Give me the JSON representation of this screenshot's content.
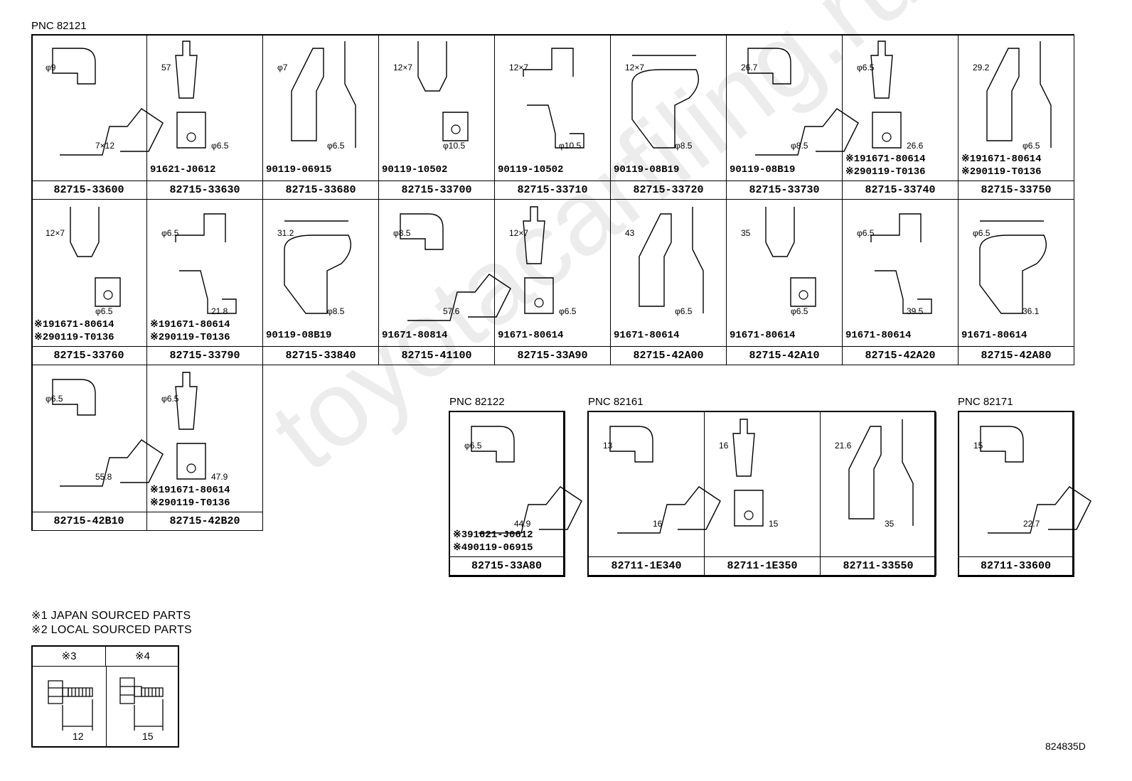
{
  "watermark": "toyotacarfiling.ru",
  "pnc_labels": {
    "p1": "PNC 82121",
    "p2": "PNC 82122",
    "p3": "PNC 82161",
    "p4": "PNC 82171"
  },
  "grid1": [
    {
      "part": "82715-33600",
      "bolt1": "",
      "bolt2": "",
      "dims": [
        "φ9",
        "7×12"
      ]
    },
    {
      "part": "82715-33630",
      "bolt1": "91621-J0612",
      "bolt2": "",
      "dims": [
        "57",
        "φ6.5"
      ]
    },
    {
      "part": "82715-33680",
      "bolt1": "90119-06915",
      "bolt2": "",
      "dims": [
        "φ7",
        "φ6.5"
      ]
    },
    {
      "part": "82715-33700",
      "bolt1": "90119-10502",
      "bolt2": "",
      "dims": [
        "12×7",
        "φ10.5"
      ]
    },
    {
      "part": "82715-33710",
      "bolt1": "90119-10502",
      "bolt2": "",
      "dims": [
        "12×7",
        "φ10.5"
      ]
    },
    {
      "part": "82715-33720",
      "bolt1": "90119-08B19",
      "bolt2": "",
      "dims": [
        "12×7",
        "φ8.5"
      ]
    },
    {
      "part": "82715-33730",
      "bolt1": "90119-08B19",
      "bolt2": "",
      "dims": [
        "26.7",
        "φ8.5"
      ]
    },
    {
      "part": "82715-33740",
      "bolt1": "※191671-80614",
      "bolt2": "※290119-T0136",
      "dims": [
        "φ6.5",
        "26.6"
      ]
    },
    {
      "part": "82715-33750",
      "bolt1": "※191671-80614",
      "bolt2": "※290119-T0136",
      "dims": [
        "29.2",
        "φ6.5"
      ]
    },
    {
      "part": "82715-33760",
      "bolt1": "※191671-80614",
      "bolt2": "※290119-T0136",
      "dims": [
        "12×7",
        "φ6.5"
      ]
    },
    {
      "part": "82715-33790",
      "bolt1": "※191671-80614",
      "bolt2": "※290119-T0136",
      "dims": [
        "φ6.5",
        "21.8"
      ]
    },
    {
      "part": "82715-33840",
      "bolt1": "90119-08B19",
      "bolt2": "",
      "dims": [
        "31.2",
        "φ8.5"
      ]
    },
    {
      "part": "82715-41100",
      "bolt1": "91671-80814",
      "bolt2": "",
      "dims": [
        "φ8.5",
        "57.6"
      ]
    },
    {
      "part": "82715-33A90",
      "bolt1": "91671-80614",
      "bolt2": "",
      "dims": [
        "12×7",
        "φ6.5"
      ]
    },
    {
      "part": "82715-42A00",
      "bolt1": "91671-80614",
      "bolt2": "",
      "dims": [
        "43",
        "φ6.5"
      ]
    },
    {
      "part": "82715-42A10",
      "bolt1": "91671-80614",
      "bolt2": "",
      "dims": [
        "35",
        "φ6.5"
      ]
    },
    {
      "part": "82715-42A20",
      "bolt1": "91671-80614",
      "bolt2": "",
      "dims": [
        "φ6.5",
        "39.5"
      ]
    },
    {
      "part": "82715-42A80",
      "bolt1": "91671-80614",
      "bolt2": "",
      "dims": [
        "φ6.5",
        "36.1"
      ]
    },
    {
      "part": "82715-42B10",
      "bolt1": "",
      "bolt2": "",
      "dims": [
        "φ6.5",
        "55.8"
      ]
    },
    {
      "part": "82715-42B20",
      "bolt1": "※191671-80614",
      "bolt2": "※290119-T0136",
      "dims": [
        "φ6.5",
        "47.9"
      ]
    }
  ],
  "grid2": [
    {
      "part": "82715-33A80",
      "bolt1": "※391621-J0612",
      "bolt2": "※490119-06915",
      "dims": [
        "φ6.5",
        "44.9"
      ]
    }
  ],
  "grid3": [
    {
      "part": "82711-1E340",
      "dims": [
        "13",
        "16"
      ]
    },
    {
      "part": "82711-1E350",
      "dims": [
        "16",
        "15"
      ]
    },
    {
      "part": "82711-33550",
      "dims": [
        "21.6",
        "35"
      ]
    }
  ],
  "grid4": [
    {
      "part": "82711-33600",
      "dims": [
        "15",
        "22.7"
      ]
    }
  ],
  "notes": {
    "n1": "※1 JAPAN SOURCED PARTS",
    "n2": "※2 LOCAL SOURCED PARTS"
  },
  "legend": {
    "h1": "※3",
    "h2": "※4",
    "d1": "12",
    "d2": "15"
  },
  "figure_id": "824835D"
}
